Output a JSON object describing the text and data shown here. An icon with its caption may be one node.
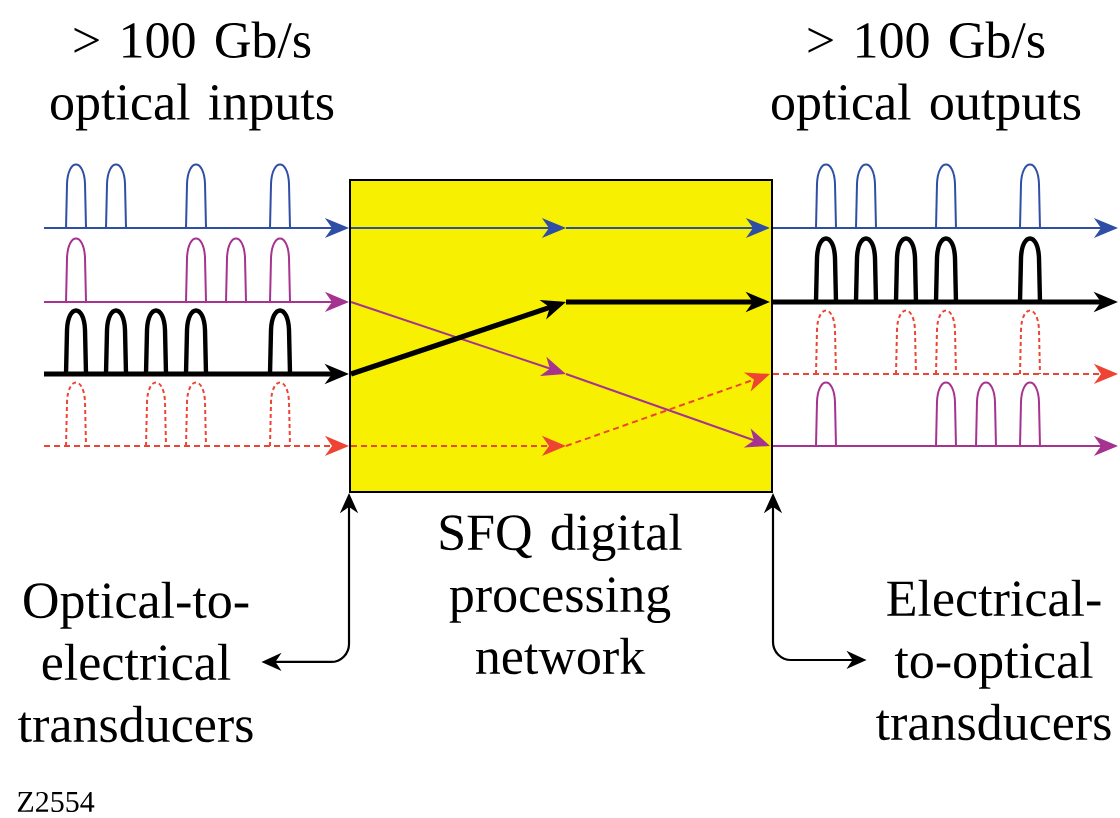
{
  "diagram": {
    "nodes": [
      {
        "text": [
          "SFQ digital processing network"
        ]
      },
      {
        "text": [
          "Optical-to- electrical transducers"
        ]
      },
      {
        "text": [
          "Electrical- to-optical transducers"
        ]
      }
    ],
    "edges": [
      {
        "from": null,
        "to": 0,
        "arrow": "to",
        "color": "#2f4ea6"
      },
      {
        "from": null,
        "to": 0,
        "arrow": "to",
        "color": "#a5338f"
      },
      {
        "from": null,
        "to": 0,
        "arrow": "to",
        "style": "thick"
      },
      {
        "from": null,
        "to": 0,
        "arrow": "to",
        "style": "dashed",
        "color": "#ee4433"
      },
      {
        "from": 0,
        "to": null,
        "arrow": "to",
        "color": "#2f4ea6"
      },
      {
        "from": 0,
        "to": null,
        "arrow": "to",
        "style": "thick"
      },
      {
        "from": 0,
        "to": null,
        "arrow": "to",
        "style": "dashed",
        "color": "#ee4433"
      },
      {
        "from": 0,
        "to": null,
        "arrow": "to",
        "color": "#a5338f"
      },
      {
        "from": 1,
        "to": 0,
        "arrow": "both"
      },
      {
        "from": 2,
        "to": 0,
        "arrow": "both"
      }
    ],
    "labels": [
      "> 100 Gb/s optical inputs",
      "> 100 Gb/s optical outputs",
      "Z2554"
    ]
  }
}
